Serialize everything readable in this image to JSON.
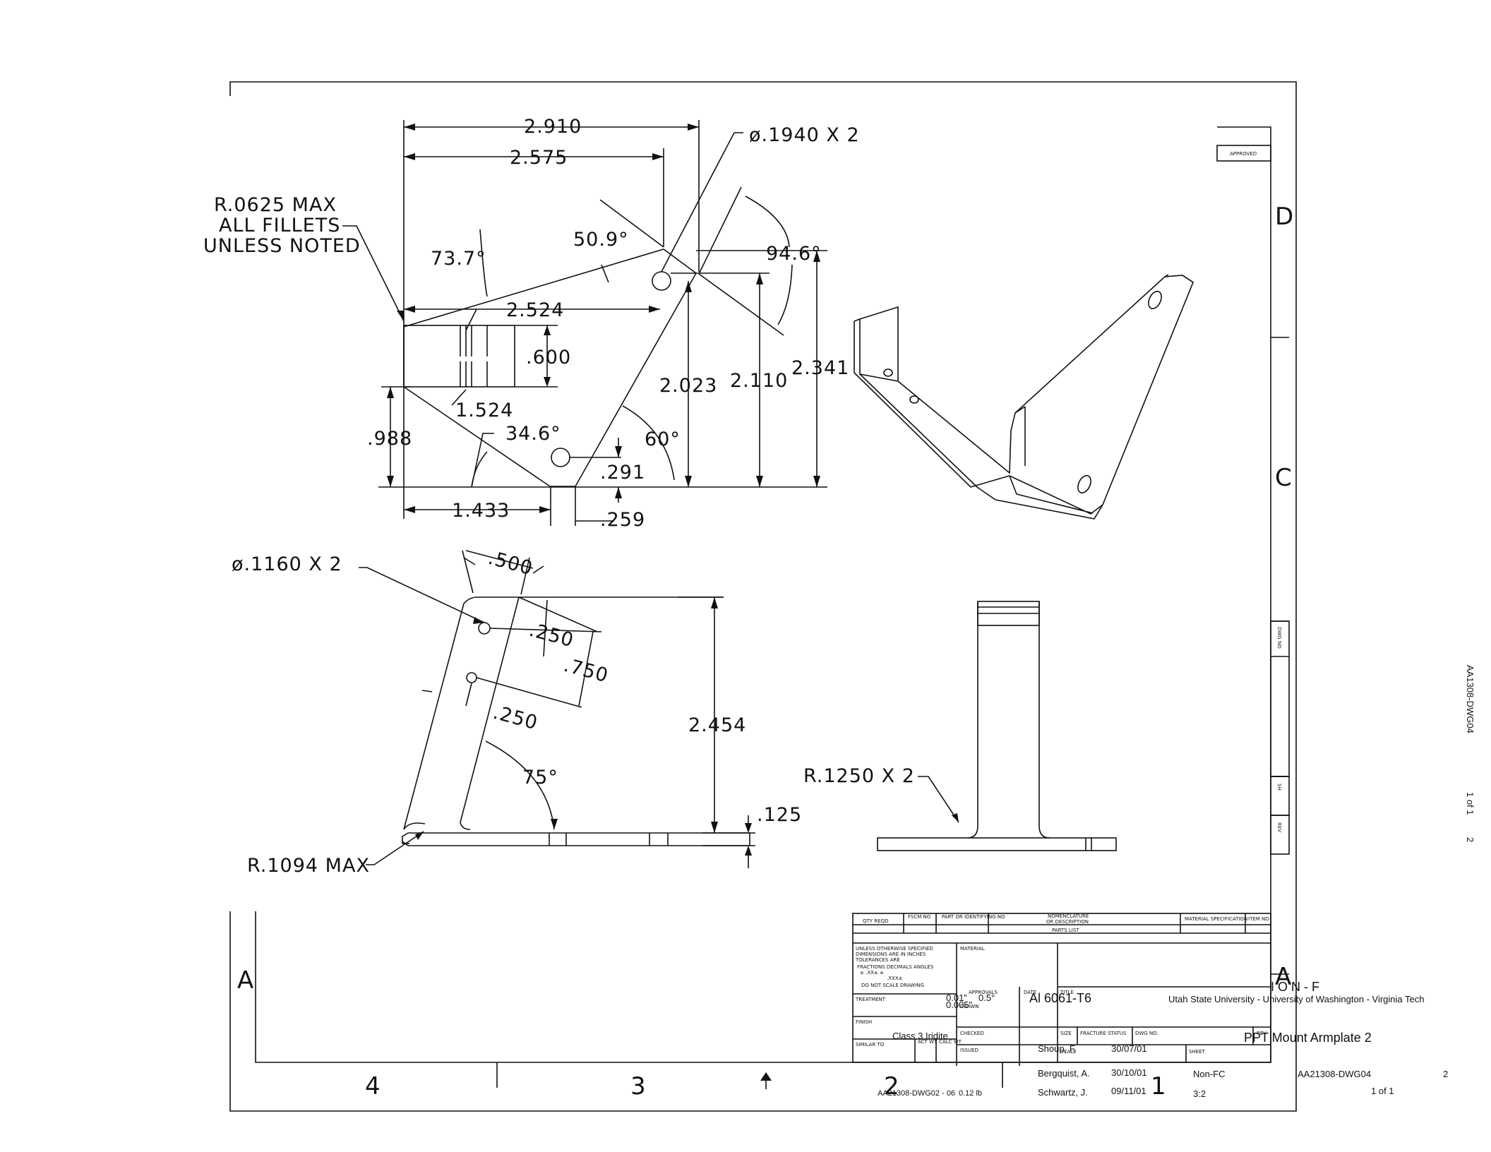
{
  "dims": {
    "d2910": "2.910",
    "d2575": "2.575",
    "d1940": "ø.1940  X  2",
    "fillet1": "R.0625  MAX",
    "fillet2": "ALL  FILLETS",
    "fillet3": "UNLESS  NOTED",
    "a737": "73.7°",
    "a509": "50.9°",
    "a946": "94.6°",
    "d2524": "2.524",
    "d600": ".600",
    "d2023": "2.023",
    "d2110": "2.110",
    "d2341": "2.341",
    "d1524": "1.524",
    "d988": ".988",
    "a346": "34.6°",
    "a60": "60°",
    "d291": ".291",
    "d1433": "1.433",
    "d259": ".259",
    "d1160": "ø.1160  X  2",
    "d500": ".500",
    "d250a": ".250",
    "d750": ".750",
    "d250b": ".250",
    "d2454": "2.454",
    "a75": "75°",
    "d125": ".125",
    "r1094": "R.1094  MAX",
    "r1250": "R.1250  X  2"
  },
  "zones": {
    "d": "D",
    "c": "C",
    "a_left": "A",
    "a_right": "A",
    "n4": "4",
    "n3": "3",
    "n2": "2",
    "n1": "1"
  },
  "title_block": {
    "approved": "APPROVED",
    "dwg_no": "DWG NO",
    "sh": "SH",
    "rev": "REV",
    "qty": "QTY REQD",
    "fscm": "FSCM NO",
    "part": "PART OR IDENTIFYING NO",
    "nomen1": "NOMENCLATURE",
    "nomen2": "OR DESCRIPTION",
    "material_spec": "MATERIAL SPECIFICATION",
    "item": "ITEM NO",
    "parts_list": "PARTS LIST",
    "unless1": "UNLESS OTHERWISE SPECIFIED",
    "unless2": "DIMENSIONS ARE IN INCHES",
    "unless3": "TOLERANCES ARE",
    "unless4": "FRACTIONS  DECIMALS  ANGLES",
    "unless5": "±       .XX±       ±",
    "unless6": ".XXX±",
    "do_not_scale": "DO NOT SCALE DRAWING",
    "material_lbl": "MATERIAL",
    "treatment": "TREATMENT",
    "finish": "FINISH",
    "similar_to": "SIMILAR TO",
    "act_wt": "ACT WT",
    "calc_wt": "CALC WT",
    "approvals": "APPROVALS",
    "drawn": "DRAWN",
    "checked": "CHECKED",
    "issued": "ISSUED",
    "date": "DATE",
    "title_lbl": "TITLE",
    "size": "SIZE",
    "fracture": "FRACTURE STATUS",
    "dwgno_lbl": "DWG NO.",
    "rev_lbl": "REV",
    "scale": "SCALE",
    "sheet": "SHEET",
    "tol_dec": "0.01\"",
    "tol_ang": "0.5°",
    "tol_dec3": "0.005\"",
    "material": "Al 6061-T6",
    "universities": "Utah State University - University of Washington - Virginia Tech",
    "ion_f": "I O N - F",
    "finish_val": "Class 3 Iridite",
    "title": "PPT Mount Armplate 2",
    "drawn_by": "Shoup, F.",
    "drawn_date": "30/07/01",
    "checked_by": "Bergquist, A.",
    "checked_date": "30/10/01",
    "issued_by": "Schwartz, J.",
    "issued_date": "09/11/01",
    "fracture_val": "Non-FC",
    "scale_val": "3:2",
    "dwg_number": "AA21308-DWG04",
    "rev_val": "2",
    "sheet_val": "1 of 1",
    "similar": "AA21308-DWG02 - 06",
    "weight": "0.12 lb",
    "vert_dwg": "AA1308-DWG04",
    "vert_sheet": "1 of 1",
    "vert_rev": "2"
  }
}
